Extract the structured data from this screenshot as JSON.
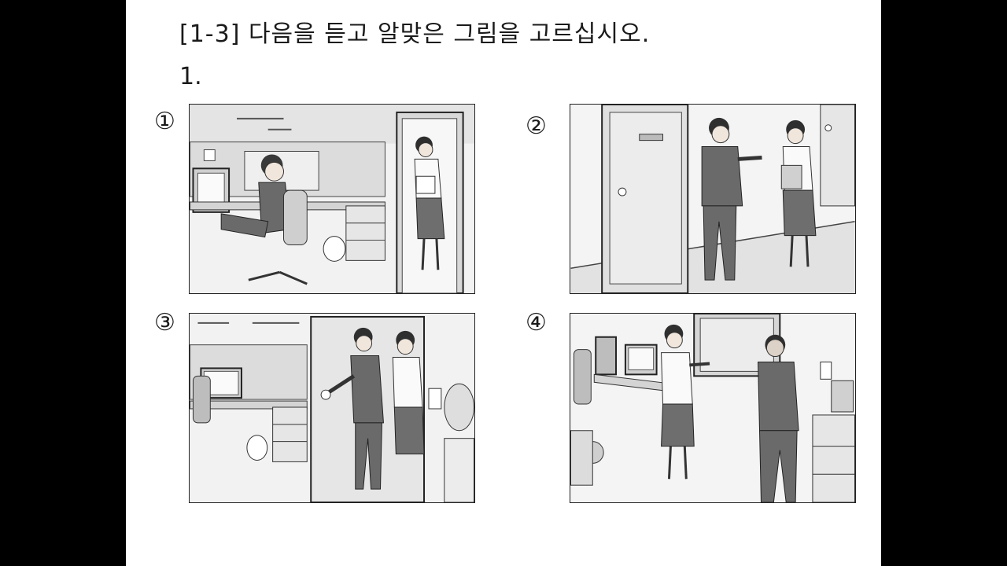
{
  "instruction": "[1-3] 다음을 듣고 알맞은 그림을 고르십시오.",
  "question_number": "1.",
  "options": [
    {
      "label": "①",
      "scene": "office-man-at-computer-woman-at-door"
    },
    {
      "label": "②",
      "scene": "man-and-woman-in-hallway"
    },
    {
      "label": "③",
      "scene": "man-and-woman-at-office-door"
    },
    {
      "label": "④",
      "scene": "woman-and-man-talking-in-office"
    }
  ]
}
